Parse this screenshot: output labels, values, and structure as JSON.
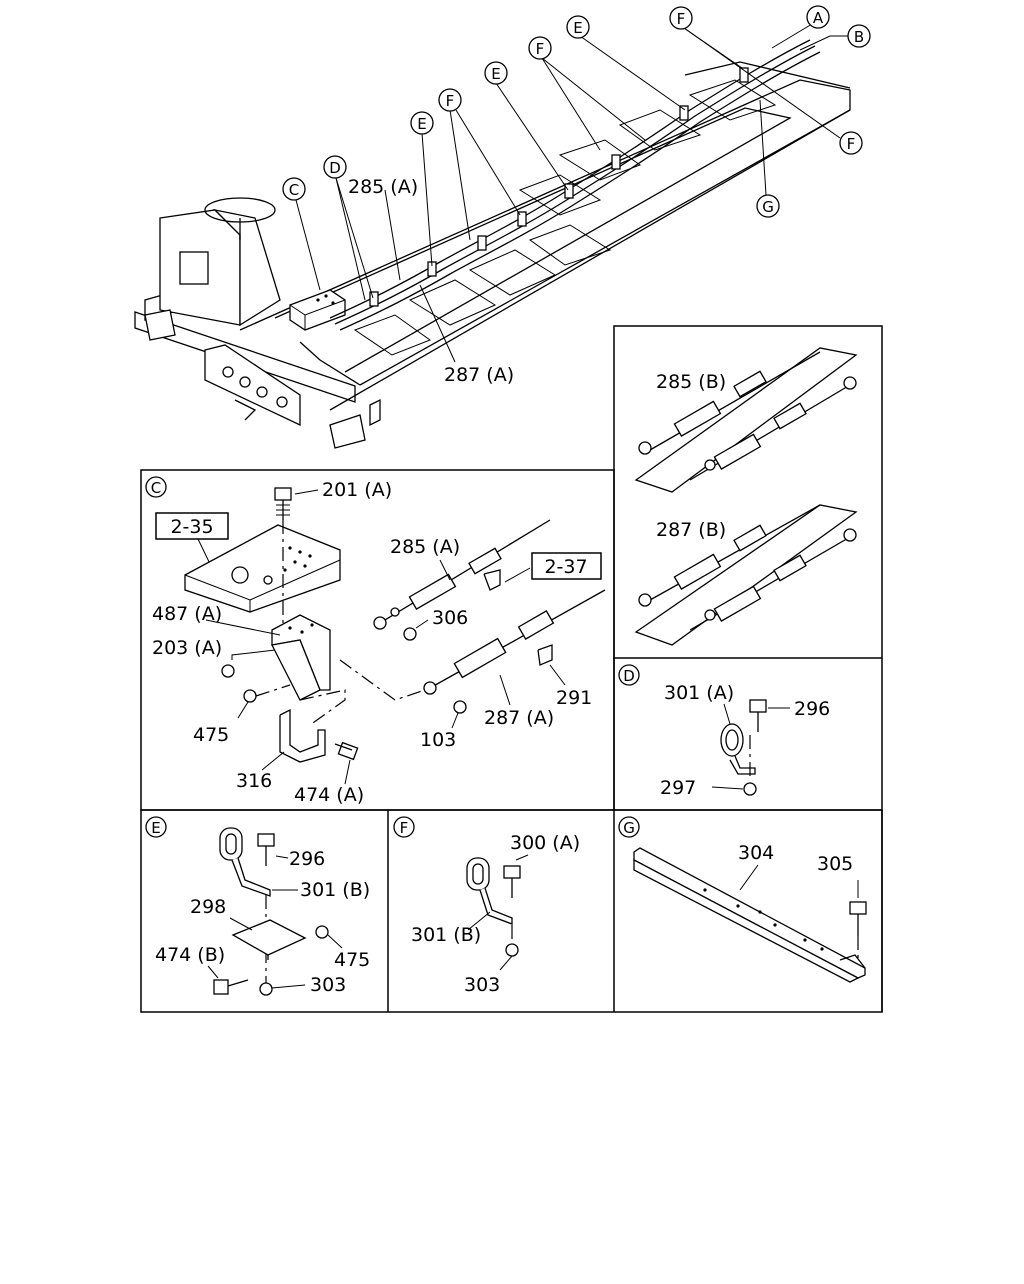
{
  "diagram": {
    "callouts": {
      "A": "A",
      "B": "B",
      "C": "C",
      "D": "D",
      "E": "E",
      "F": "F",
      "G": "G"
    },
    "overview_labels": {
      "cable_285a": "285 (A)",
      "cable_287a": "287 (A)"
    },
    "panel_right_top": {
      "cable_285b": "285 (B)",
      "cable_287b": "287 (B)"
    },
    "panel_c": {
      "letter": "C",
      "ref_2_35": "2-35",
      "ref_2_37": "2-37",
      "p201a": "201 (A)",
      "p285a": "285 (A)",
      "p487a": "487 (A)",
      "p306": "306",
      "p203a": "203 (A)",
      "p475": "475",
      "p291": "291",
      "p103": "103",
      "p287a": "287 (A)",
      "p316": "316",
      "p474a": "474 (A)"
    },
    "panel_d": {
      "letter": "D",
      "p301a": "301 (A)",
      "p296": "296",
      "p297": "297"
    },
    "panel_e": {
      "letter": "E",
      "p296": "296",
      "p301b": "301 (B)",
      "p298": "298",
      "p474b": "474 (B)",
      "p475": "475",
      "p303": "303"
    },
    "panel_f": {
      "letter": "F",
      "p300a": "300 (A)",
      "p301b": "301 (B)",
      "p303": "303"
    },
    "panel_g": {
      "letter": "G",
      "p304": "304",
      "p305": "305"
    }
  }
}
